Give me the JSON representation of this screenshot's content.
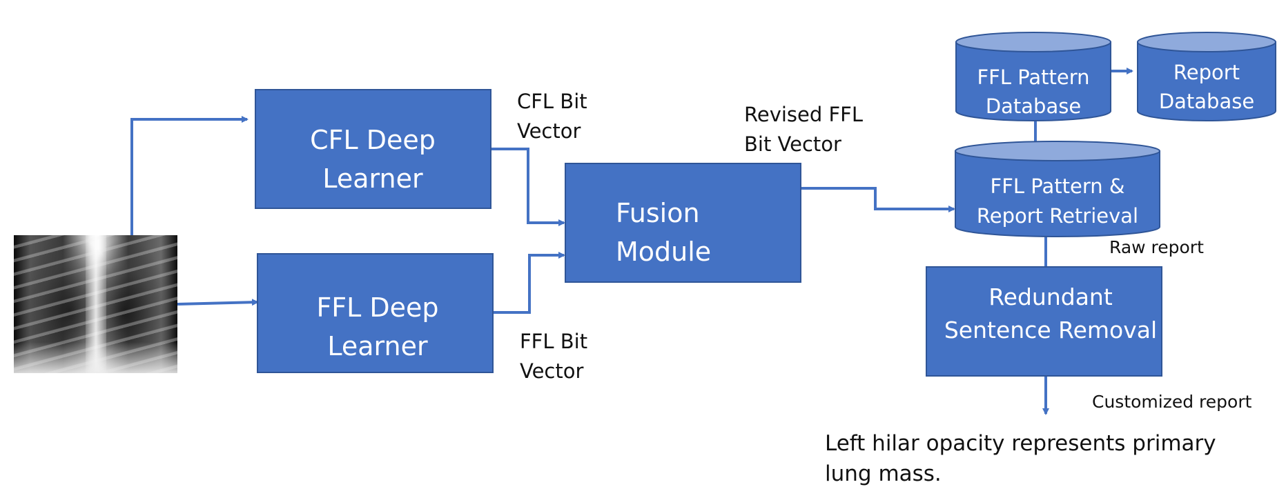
{
  "colors": {
    "box_fill": "#4472C4",
    "box_stroke": "#2F5597",
    "arrow": "#4472C4",
    "cyl_top": "#8FAADC"
  },
  "image": {
    "name": "chest x-ray"
  },
  "boxes": {
    "cfl": {
      "line1": "CFL Deep",
      "line2": "Learner"
    },
    "ffl": {
      "line1": "FFL Deep",
      "line2": "Learner"
    },
    "fusion": {
      "line1": "Fusion",
      "line2": "Module"
    },
    "redundant": {
      "line1": "Redundant",
      "line2": "Sentence Removal"
    }
  },
  "databases": {
    "ffl_pattern": {
      "line1": "FFL Pattern",
      "line2": "Database"
    },
    "report": {
      "line1": "Report",
      "line2": "Database"
    },
    "retrieval": {
      "line1": "FFL Pattern &",
      "line2": "Report Retrieval"
    }
  },
  "labels": {
    "cfl_bit_1": "CFL Bit",
    "cfl_bit_2": "Vector",
    "ffl_bit_1": "FFL Bit",
    "ffl_bit_2": "Vector",
    "revised_1": "Revised FFL",
    "revised_2": "Bit Vector",
    "raw_report": "Raw report",
    "customized_report": "Customized report"
  },
  "output": {
    "line1": "Left hilar opacity represents primary",
    "line2": "lung mass."
  }
}
